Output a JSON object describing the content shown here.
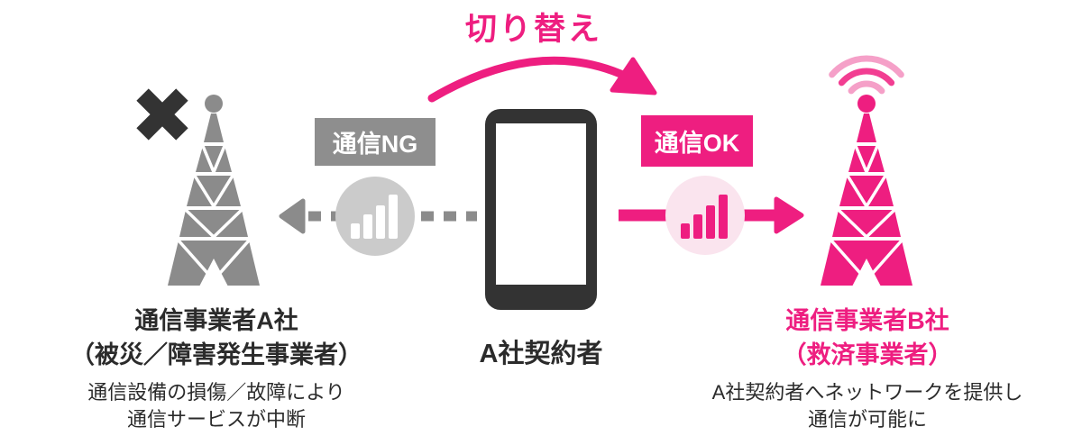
{
  "title": {
    "switch_label": "切り替え"
  },
  "badges": {
    "ng_label": "通信NG",
    "ok_label": "通信OK"
  },
  "operator_a": {
    "name": "通信事業者A社",
    "role": "（被災／障害発生事業者）",
    "desc_line1": "通信設備の損傷／故障により",
    "desc_line2": "通信サービスが中断"
  },
  "subscriber": {
    "name": "A社契約者"
  },
  "operator_b": {
    "name": "通信事業者B社",
    "role": "（救済事業者）",
    "desc_line1": "A社契約者へネットワークを提供し",
    "desc_line2": "通信が可能に"
  },
  "colors": {
    "pink": "#EE1E80",
    "pink_mid": "#F23E92",
    "pink_soft": "#F5A0C8",
    "pink_pale": "#FAE4EE",
    "gray": "#8B8B8B",
    "gray_badge": "#8E8E8E",
    "gray_pale": "#CBCBCB",
    "dark": "#333333",
    "text_dark": "#2B2B2B"
  },
  "icons": {
    "failure_mark": "x-mark-icon",
    "tower_a": "cell-tower-icon",
    "tower_b": "cell-tower-broadcast-icon",
    "wifi": "wifi-waves-icon",
    "signal_ng": "signal-bars-gray-icon",
    "signal_ok": "signal-bars-pink-icon",
    "device": "smartphone-icon",
    "switch_arrow": "curved-arrow-icon",
    "link_ng": "dashed-arrow-left-icon",
    "link_ok": "solid-arrow-right-icon"
  }
}
